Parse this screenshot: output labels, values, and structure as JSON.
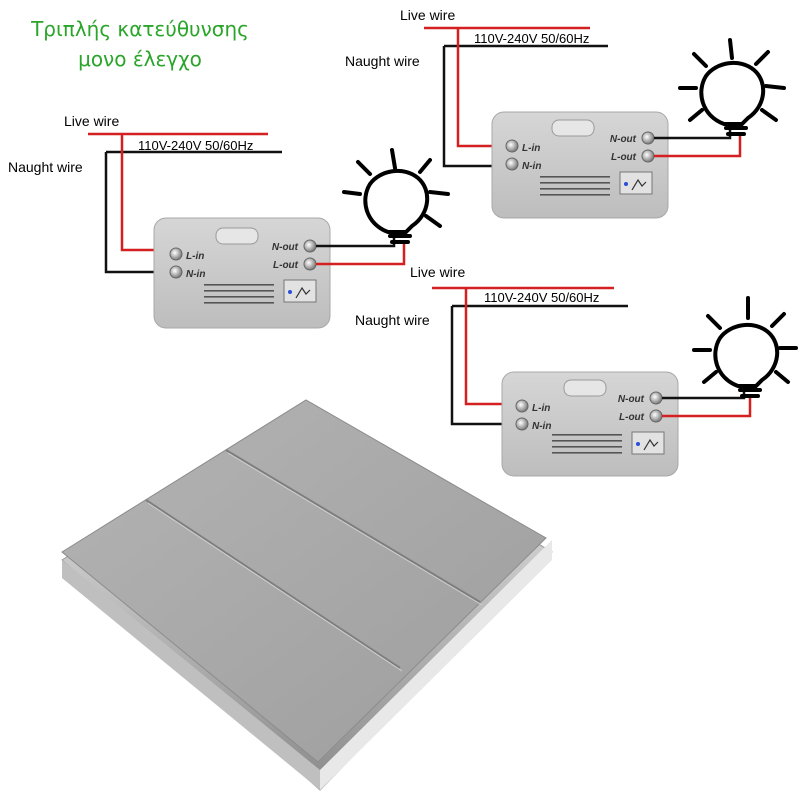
{
  "title": {
    "line1": "Τριπλής κατεύθυνσης",
    "line2": "μονο έλεγχο"
  },
  "colors": {
    "title": "#2aa52a",
    "live": "#d42020",
    "neutral": "#111111",
    "module": "#c9c9c9",
    "panel": "#a9a9a9"
  },
  "modules": [
    {
      "live_label": "Live wire",
      "neutral_label": "Naught wire",
      "voltage": "110V-240V 50/60Hz",
      "l_in": "L-in",
      "n_in": "N-in",
      "n_out": "N-out",
      "l_out": "L-out"
    },
    {
      "live_label": "Live wire",
      "neutral_label": "Naught wire",
      "voltage": "110V-240V 50/60Hz",
      "l_in": "L-in",
      "n_in": "N-in",
      "n_out": "N-out",
      "l_out": "L-out"
    },
    {
      "live_label": "Live wire",
      "neutral_label": "Naught wire",
      "voltage": "110V-240V 50/60Hz",
      "l_in": "L-in",
      "n_in": "N-in",
      "n_out": "N-out",
      "l_out": "L-out"
    }
  ],
  "switch_panel": {
    "gangs": 3
  }
}
